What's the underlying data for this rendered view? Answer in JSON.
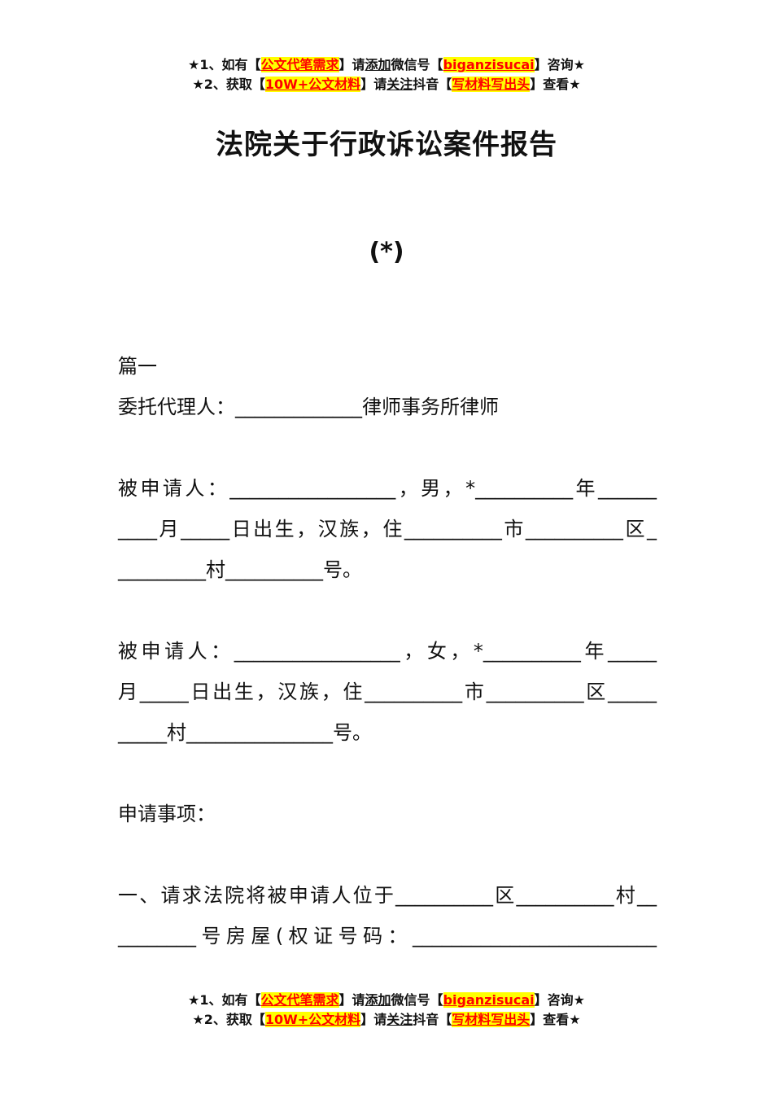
{
  "banner": {
    "line1": {
      "a": "★1、如有【",
      "b": "公文代笔需求",
      "c": "】请",
      "d": "添加",
      "e": "微信号【",
      "f": "biganzisucai",
      "g": "】咨询★"
    },
    "line2": {
      "a": "★2、获取【",
      "b": "10W+公文材料",
      "c": "】请",
      "d": "关注",
      "e": "抖音【",
      "f": "写材料写出头",
      "g": "】查看★"
    }
  },
  "document": {
    "title": "法院关于行政诉讼案件报告",
    "subtitle": "(*)",
    "lines": [
      "篇一",
      "委托代理人：_____________律师事务所律师",
      "被申请人：_________________，男，*__________年______",
      "____月_____日出生，汉族，住__________市__________区_",
      "_________村__________号。",
      "被申请人：_________________，女，*__________年_____",
      "月_____日出生，汉族，住__________市__________区_____",
      "_____村_______________号。",
      "申请事项：",
      "一、请求法院将被申请人位于__________区__________村__",
      "________号房屋(权证号码：_________________________"
    ]
  }
}
